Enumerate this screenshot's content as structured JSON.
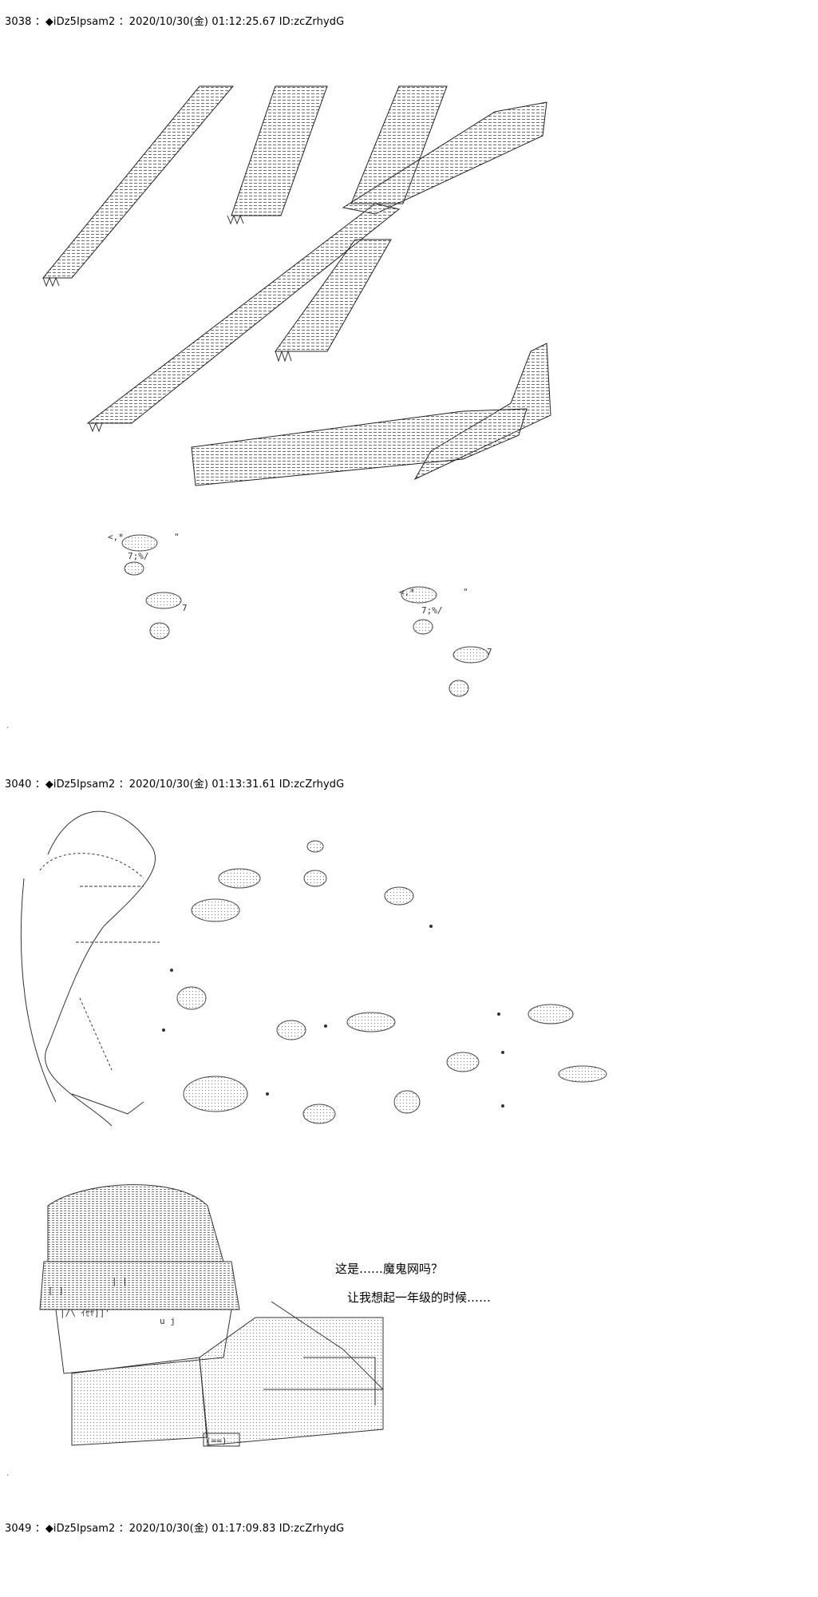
{
  "posts": [
    {
      "header": "3038 ：◆iDz5Ipsam2 ：2020/10/30(金) 01:12:25.67 ID:zcZrhydG"
    },
    {
      "header": "3040 ：◆iDz5Ipsam2 ：2020/10/30(金) 01:13:31.61 ID:zcZrhydG"
    },
    {
      "header": "3049 ：◆iDz5Ipsam2 ：2020/10/30(金) 01:17:09.83 ID:zcZrhydG"
    }
  ],
  "captions": {
    "line1": "这是……魔鬼网吗？",
    "line2": "让我想起一年级的时候……"
  },
  "colors": {
    "ink": "#1a1a1a",
    "hatch": "#8a8a8a",
    "background": "#ffffff"
  }
}
